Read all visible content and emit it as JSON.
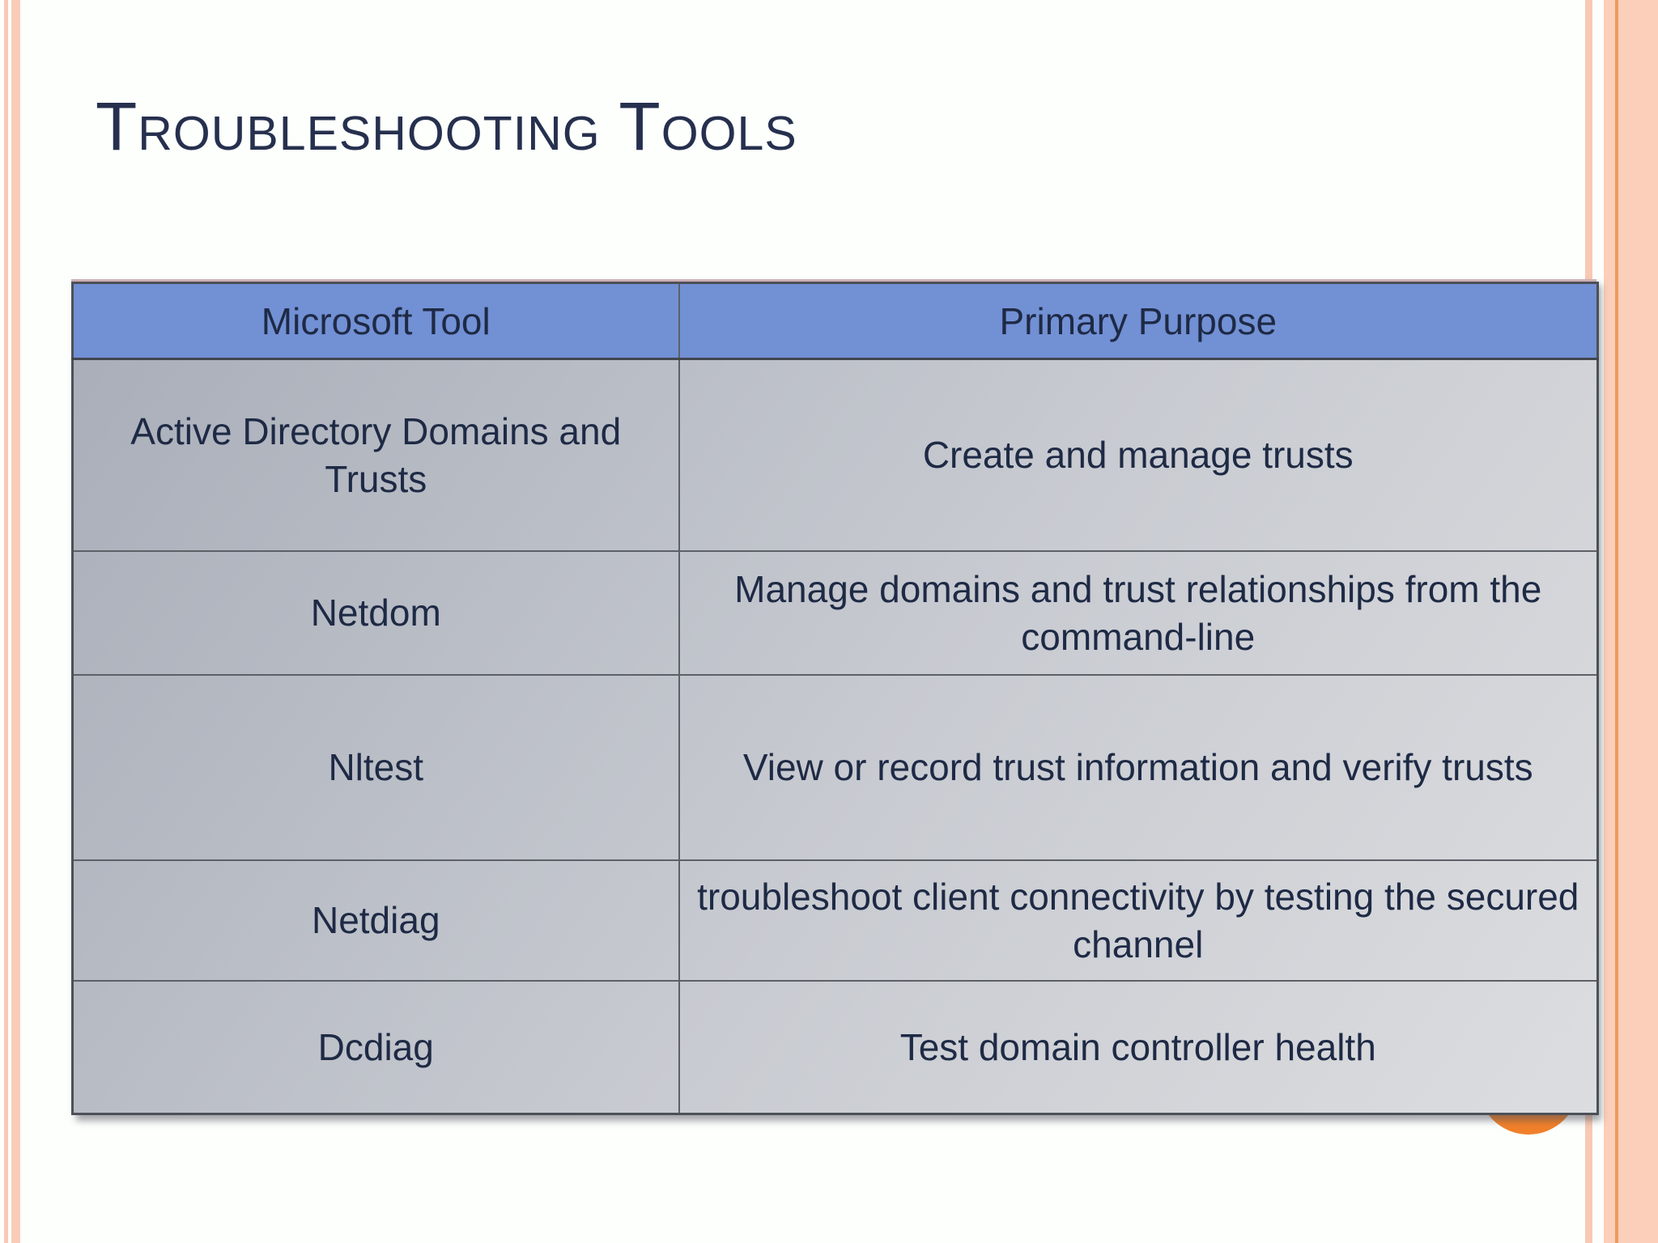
{
  "slide": {
    "title": "Troubleshooting Tools"
  },
  "table": {
    "headers": [
      "Microsoft Tool",
      "Primary Purpose"
    ],
    "rows": [
      {
        "tool": "Active Directory Domains and Trusts",
        "purpose": "Create and manage trusts"
      },
      {
        "tool": "Netdom",
        "purpose": "Manage domains and trust relationships from the command-line"
      },
      {
        "tool": "Nltest",
        "purpose": "View or record trust information and verify trusts"
      },
      {
        "tool": "Netdiag",
        "purpose": "troubleshoot client connectivity by testing the secured channel"
      },
      {
        "tool": "Dcdiag",
        "purpose": "Test domain controller health"
      }
    ]
  },
  "colors": {
    "header_blue": "#7290d4",
    "title_navy": "#26304e",
    "cell_text_navy": "#1e2a45",
    "accent_orange": "#f1802a",
    "edge_stripe_peach": "#f8c9b4",
    "edge_band_peach": "#fbcfba",
    "edge_band_line_orange": "#ec9a60",
    "table_body_gray_dark": "#a8adb8",
    "table_body_gray_light": "#dcdde0"
  }
}
